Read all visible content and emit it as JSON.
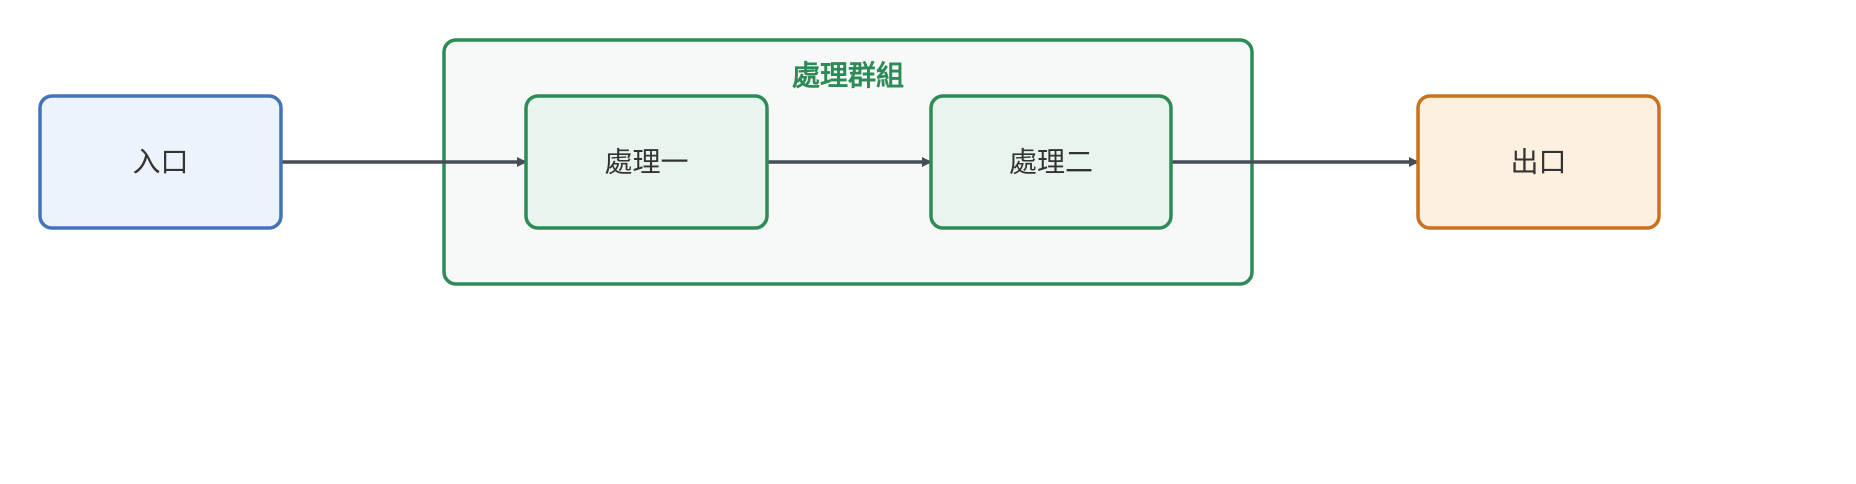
{
  "diagram": {
    "group": {
      "label": "處理群組",
      "fill": "#f6f9f7",
      "stroke": "#2e8b57"
    },
    "nodes": {
      "entry": {
        "label": "入口",
        "fill": "#edf3fb",
        "stroke": "#4573b9"
      },
      "proc1": {
        "label": "處理一",
        "fill": "#e8f4ed",
        "stroke": "#2e8b57"
      },
      "proc2": {
        "label": "處理二",
        "fill": "#e8f4ed",
        "stroke": "#2e8b57"
      },
      "exit": {
        "label": "出口",
        "fill": "#fdf0e1",
        "stroke": "#c8711e"
      }
    },
    "edges": [
      {
        "from": "入口",
        "to": "處理一"
      },
      {
        "from": "處理一",
        "to": "處理二"
      },
      {
        "from": "處理二",
        "to": "出口"
      }
    ],
    "edge_color": "#454d55"
  }
}
